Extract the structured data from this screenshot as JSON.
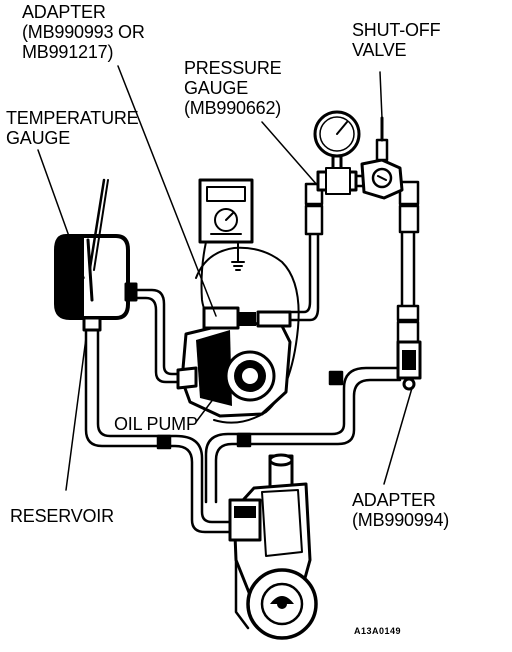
{
  "labels": {
    "adapter_top": [
      "ADAPTER",
      "(MB990993 OR",
      "MB991217)"
    ],
    "pressure_gauge": [
      "PRESSURE",
      "GAUGE",
      "(MB990662)"
    ],
    "shutoff_valve": [
      "SHUT-OFF",
      "VALVE"
    ],
    "temperature_gauge": [
      "TEMPERATURE",
      "GAUGE"
    ],
    "oil_pump": "OIL PUMP",
    "reservoir": "RESERVOIR",
    "adapter_bottom": [
      "ADAPTER",
      "(MB990994)"
    ]
  },
  "figure_code": "A13A0149"
}
